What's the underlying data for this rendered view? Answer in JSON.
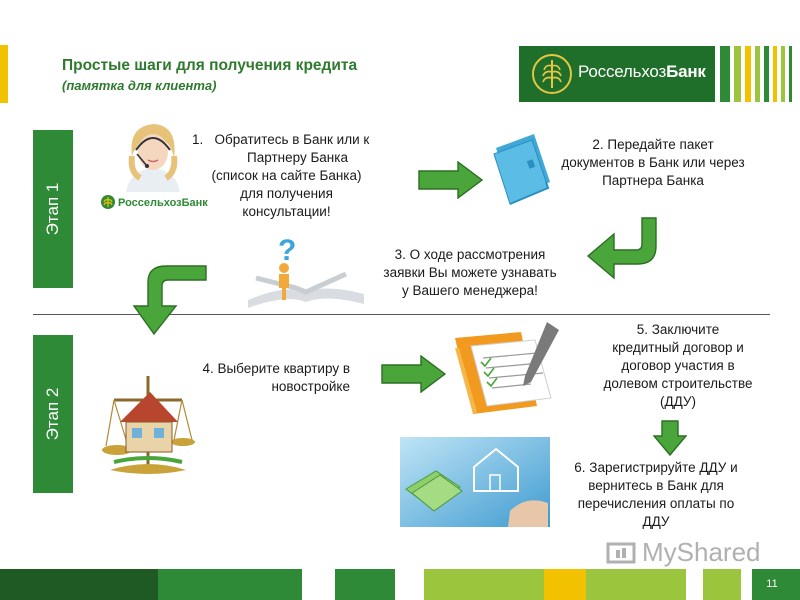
{
  "header": {
    "title": "Простые шаги для получения кредита",
    "subtitle": "(памятка для клиента)"
  },
  "logo": {
    "name_part1": "Россельхоз",
    "name_part2": "Банк",
    "small_name": "РоссельхозБанк"
  },
  "stages": {
    "stage1": "Этап 1",
    "stage2": "Этап 2"
  },
  "steps": {
    "s1_line1": "1.   Обратитесь в Банк или к",
    "s1_line2": "Партнеру Банка",
    "s1_line3": "(список на сайте Банка)",
    "s1_line4": "для получения",
    "s1_line5": "консультации!",
    "s2_line1": "2. Передайте пакет",
    "s2_line2": "документов в Банк или через",
    "s2_line3": "Партнера Банка",
    "s3_line1": "3. О ходе рассмотрения",
    "s3_line2": "заявки Вы можете узнавать",
    "s3_line3": "у Вашего менеджера!",
    "s4_line1": "4. Выберите квартиру в",
    "s4_line2": "новостройке",
    "s5_line1": "5. Заключите",
    "s5_line2": "кредитный договор и",
    "s5_line3": "договор участия в",
    "s5_line4": "долевом строительстве",
    "s5_line5": "(ДДУ)",
    "s6_line1": "6. Зарегистрируйте ДДУ и",
    "s6_line2": "вернитесь в Банк для",
    "s6_line3": "перечисления оплаты по",
    "s6_line4": "ДДУ"
  },
  "footer": {
    "page_number": "11",
    "watermark": "MyShared"
  },
  "colors": {
    "brand_green": "#1f6e2a",
    "stage_green": "#2e8a36",
    "arrow_green": "#4aa63a",
    "accent_yellow": "#f2c200",
    "lime": "#9bc53d"
  },
  "icons": [
    "operator-avatar",
    "folder-icon",
    "question-person-icon",
    "house-on-scales-icon",
    "contract-folder-icon",
    "money-house-icon",
    "arrow-right-icon",
    "arrow-down-icon",
    "curved-arrow-icon"
  ]
}
